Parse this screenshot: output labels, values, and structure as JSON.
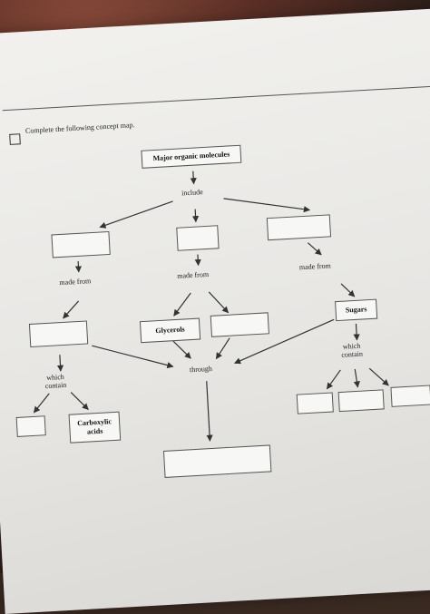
{
  "instruction": "Complete the following concept map.",
  "nodes": {
    "root": "Major organic molecules",
    "glycerols": "Glycerols",
    "sugars": "Sugars",
    "carboxylic": "Carboxylic acids"
  },
  "labels": {
    "include": "include",
    "made_from_left": "made from",
    "made_from_center": "made from",
    "made_from_right": "made from",
    "which_contain_left": "which\ncontain",
    "through": "through",
    "which_contain_right": "which\ncontain"
  }
}
